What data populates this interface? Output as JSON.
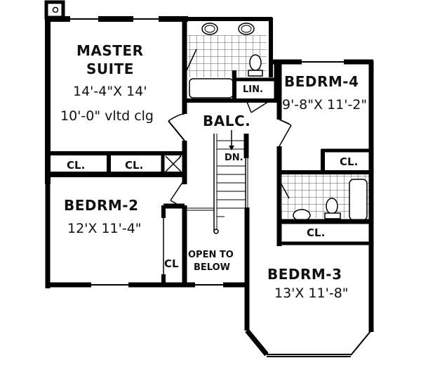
{
  "plan": {
    "rooms": {
      "master": {
        "name1": "MASTER",
        "name2": "SUITE",
        "dims": "14'-4\"X 14'",
        "ceiling": "10'-0\" vltd clg"
      },
      "bedrm4": {
        "name": "BEDRM-4",
        "dims": "9'-8\"X 11'-2\""
      },
      "bedrm2": {
        "name": "BEDRM-2",
        "dims": "12'X 11'-4\""
      },
      "bedrm3": {
        "name": "BEDRM-3",
        "dims": "13'X 11'-8\""
      },
      "balcony": {
        "name": "BALC."
      },
      "open": {
        "line1": "OPEN TO",
        "line2": "BELOW"
      }
    },
    "closets": {
      "master_cl1": "CL.",
      "master_cl2": "CL.",
      "bedrm4_cl": "CL.",
      "bedrm3_cl": "CL.",
      "bedrm2_cl": "CL",
      "linen": "LIN."
    },
    "stairs": {
      "label": "DN."
    },
    "colors": {
      "wall": "#000000",
      "background": "#ffffff",
      "tile": "#555555"
    }
  }
}
